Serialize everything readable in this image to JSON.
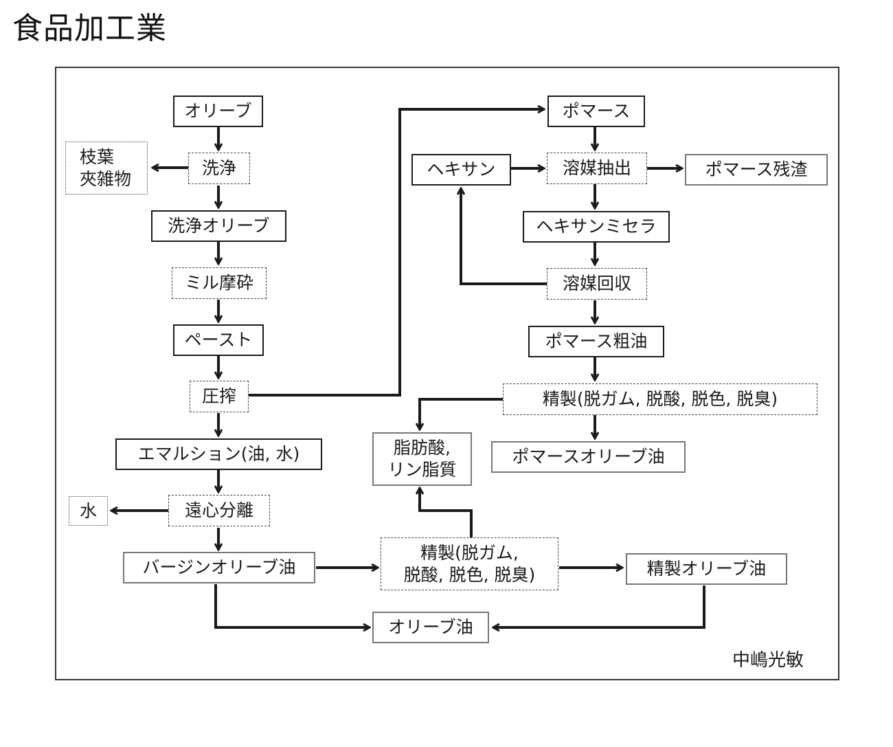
{
  "title": "食品加工業",
  "author": "中嶋光敏",
  "nodes": {
    "olive": "オリーブ",
    "wash": "洗浄",
    "debris": "枝葉\n夾雑物",
    "washed_olive": "洗浄オリーブ",
    "mill": "ミル摩砕",
    "paste": "ペースト",
    "press": "圧搾",
    "emulsion": "エマルション(油, 水)",
    "centrifuge": "遠心分離",
    "water": "水",
    "virgin_oil": "バージンオリーブ油",
    "refine_main": "精製(脱ガム,\n脱酸, 脱色, 脱臭)",
    "refined_oil": "精製オリーブ油",
    "olive_oil": "オリーブ油",
    "fatty_acid": "脂肪酸,\nリン脂質",
    "pomace": "ポマース",
    "hexane": "ヘキサン",
    "solvent_extract": "溶媒抽出",
    "pomace_residue": "ポマース残渣",
    "hexane_miscella": "ヘキサンミセラ",
    "solvent_recovery": "溶媒回収",
    "pomace_crude": "ポマース粗油",
    "refine_pomace": "精製(脱ガム, 脱酸, 脱色, 脱臭)",
    "pomace_olive_oil": "ポマースオリーブ油"
  }
}
